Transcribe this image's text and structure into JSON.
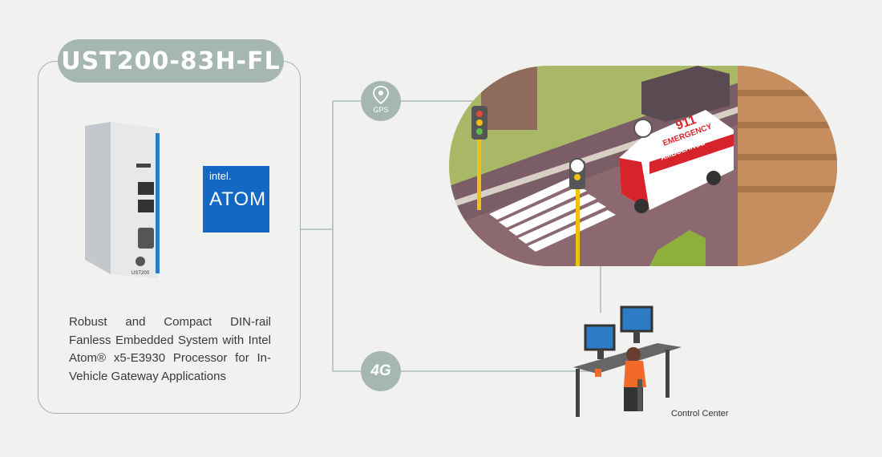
{
  "product": {
    "model": "UST200-83H-FL",
    "description": "Robust and Compact DIN-rail Fanless Embedded System with Intel Atom® x5-E3930 Processor for In-Vehicle Gateway Applications",
    "device_label": "UST200"
  },
  "cpu_logo": {
    "brand": "intel.",
    "name": "ATOM"
  },
  "connections": {
    "gps_label": "GPS",
    "cellular_label": "4G",
    "control_center_label": "Control Center"
  },
  "scene": {
    "emergency_text": "EMERGENCY",
    "ambulance_text": "AMBULANCE",
    "number": "911"
  },
  "colors": {
    "accent": "#a6b7b2",
    "intel_blue": "#1368c4",
    "worker_shirt": "#f26a2a",
    "ambulance_red": "#d6242a"
  }
}
